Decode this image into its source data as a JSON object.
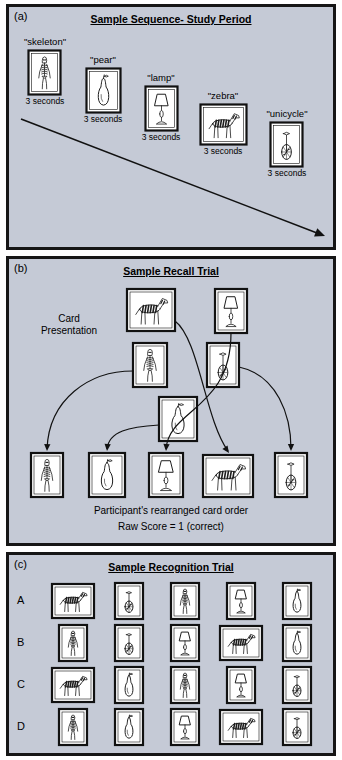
{
  "diagram": {
    "nodes": [
      {
        "text": [
          "(a)",
          "Sample Sequence- Study Period"
        ]
      },
      {
        "text": [
          "\"skeleton\"",
          "3 seconds"
        ],
        "in": 0
      },
      {
        "text": [
          "\"pear\"",
          "3 seconds"
        ],
        "in": 0
      },
      {
        "text": [
          "\"lamp\"",
          "3 seconds"
        ],
        "in": 0
      },
      {
        "text": [
          "\"zebra\"",
          "3 seconds"
        ],
        "in": 0
      },
      {
        "text": [
          "\"unicycle\"",
          "3 seconds"
        ],
        "in": 0
      },
      {
        "text": [
          "(b)",
          "Sample Recall Trial",
          "Card Presentation",
          "Participant's rearranged card order",
          "Raw Score = 1 (correct)"
        ]
      },
      {
        "text": [
          "(c)",
          "Sample Recognition Trial",
          "A",
          "B",
          "C",
          "D"
        ]
      }
    ]
  }
}
